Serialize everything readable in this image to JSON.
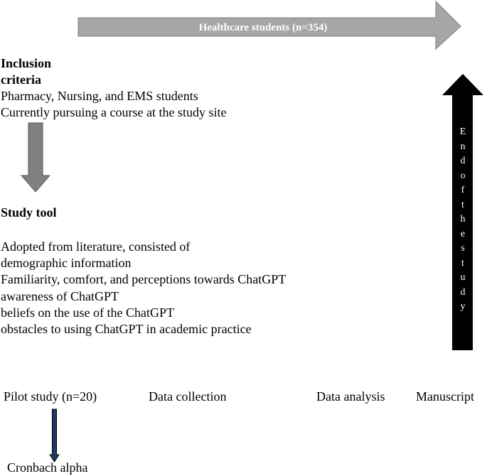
{
  "top_arrow": {
    "label": "Healthcare students (n=354)",
    "fill": "#a6a6a6",
    "stroke": "#7f7f7f"
  },
  "inclusion": {
    "heading_line1": "Inclusion",
    "heading_line2": "criteria",
    "items": [
      "Pharmacy, Nursing, and EMS students",
      "Currently pursuing a course at the study site"
    ]
  },
  "down_arrow": {
    "fill": "#808080"
  },
  "study_tool": {
    "heading": "Study tool",
    "lines": [
      "Adopted from literature, consisted of",
      "demographic information",
      "Familiarity, comfort, and perceptions towards ChatGPT",
      "awareness of ChatGPT",
      "beliefs on the use of the ChatGPT",
      "obstacles to using ChatGPT in academic practice"
    ]
  },
  "end_arrow": {
    "label": "End of the study",
    "fill": "#000000"
  },
  "stages": {
    "pilot": "Pilot study (n=20)",
    "collection": "Data collection",
    "analysis": "Data analysis",
    "manuscript": "Manuscript"
  },
  "pilot_arrow": {
    "fill": "#1f3864"
  },
  "pilot_result": "Cronbach alpha"
}
